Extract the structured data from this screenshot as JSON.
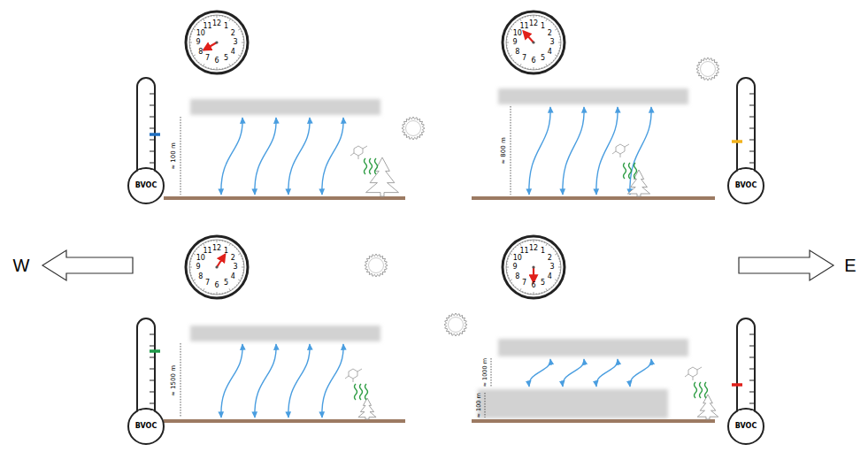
{
  "diagram": {
    "nodes": [
      {
        "text": [
          "12",
          "1",
          "2",
          "3",
          "4",
          "5",
          "6",
          "7",
          "8",
          "9",
          "10",
          "11"
        ]
      },
      {
        "text": [
          "BVOC"
        ]
      },
      {
        "text": [
          "12",
          "1",
          "2",
          "3",
          "4",
          "5",
          "6",
          "7",
          "8",
          "9",
          "10",
          "11"
        ]
      },
      {
        "text": [
          "BVOC"
        ]
      },
      {
        "text": [
          "12",
          "1",
          "2",
          "3",
          "4",
          "5",
          "6",
          "7",
          "8",
          "9",
          "10",
          "11"
        ]
      },
      {
        "text": [
          "BVOC"
        ]
      },
      {
        "text": [
          "12",
          "1",
          "2",
          "3",
          "4",
          "5",
          "6",
          "7",
          "8",
          "9",
          "10",
          "11"
        ]
      },
      {
        "text": [
          "BVOC"
        ]
      }
    ],
    "labels": [
      "≈ 100 m",
      "≈ 800 m",
      "W",
      "≈ 1500 m",
      "≈ 1000 m",
      "≈ 100 m",
      "E"
    ]
  }
}
